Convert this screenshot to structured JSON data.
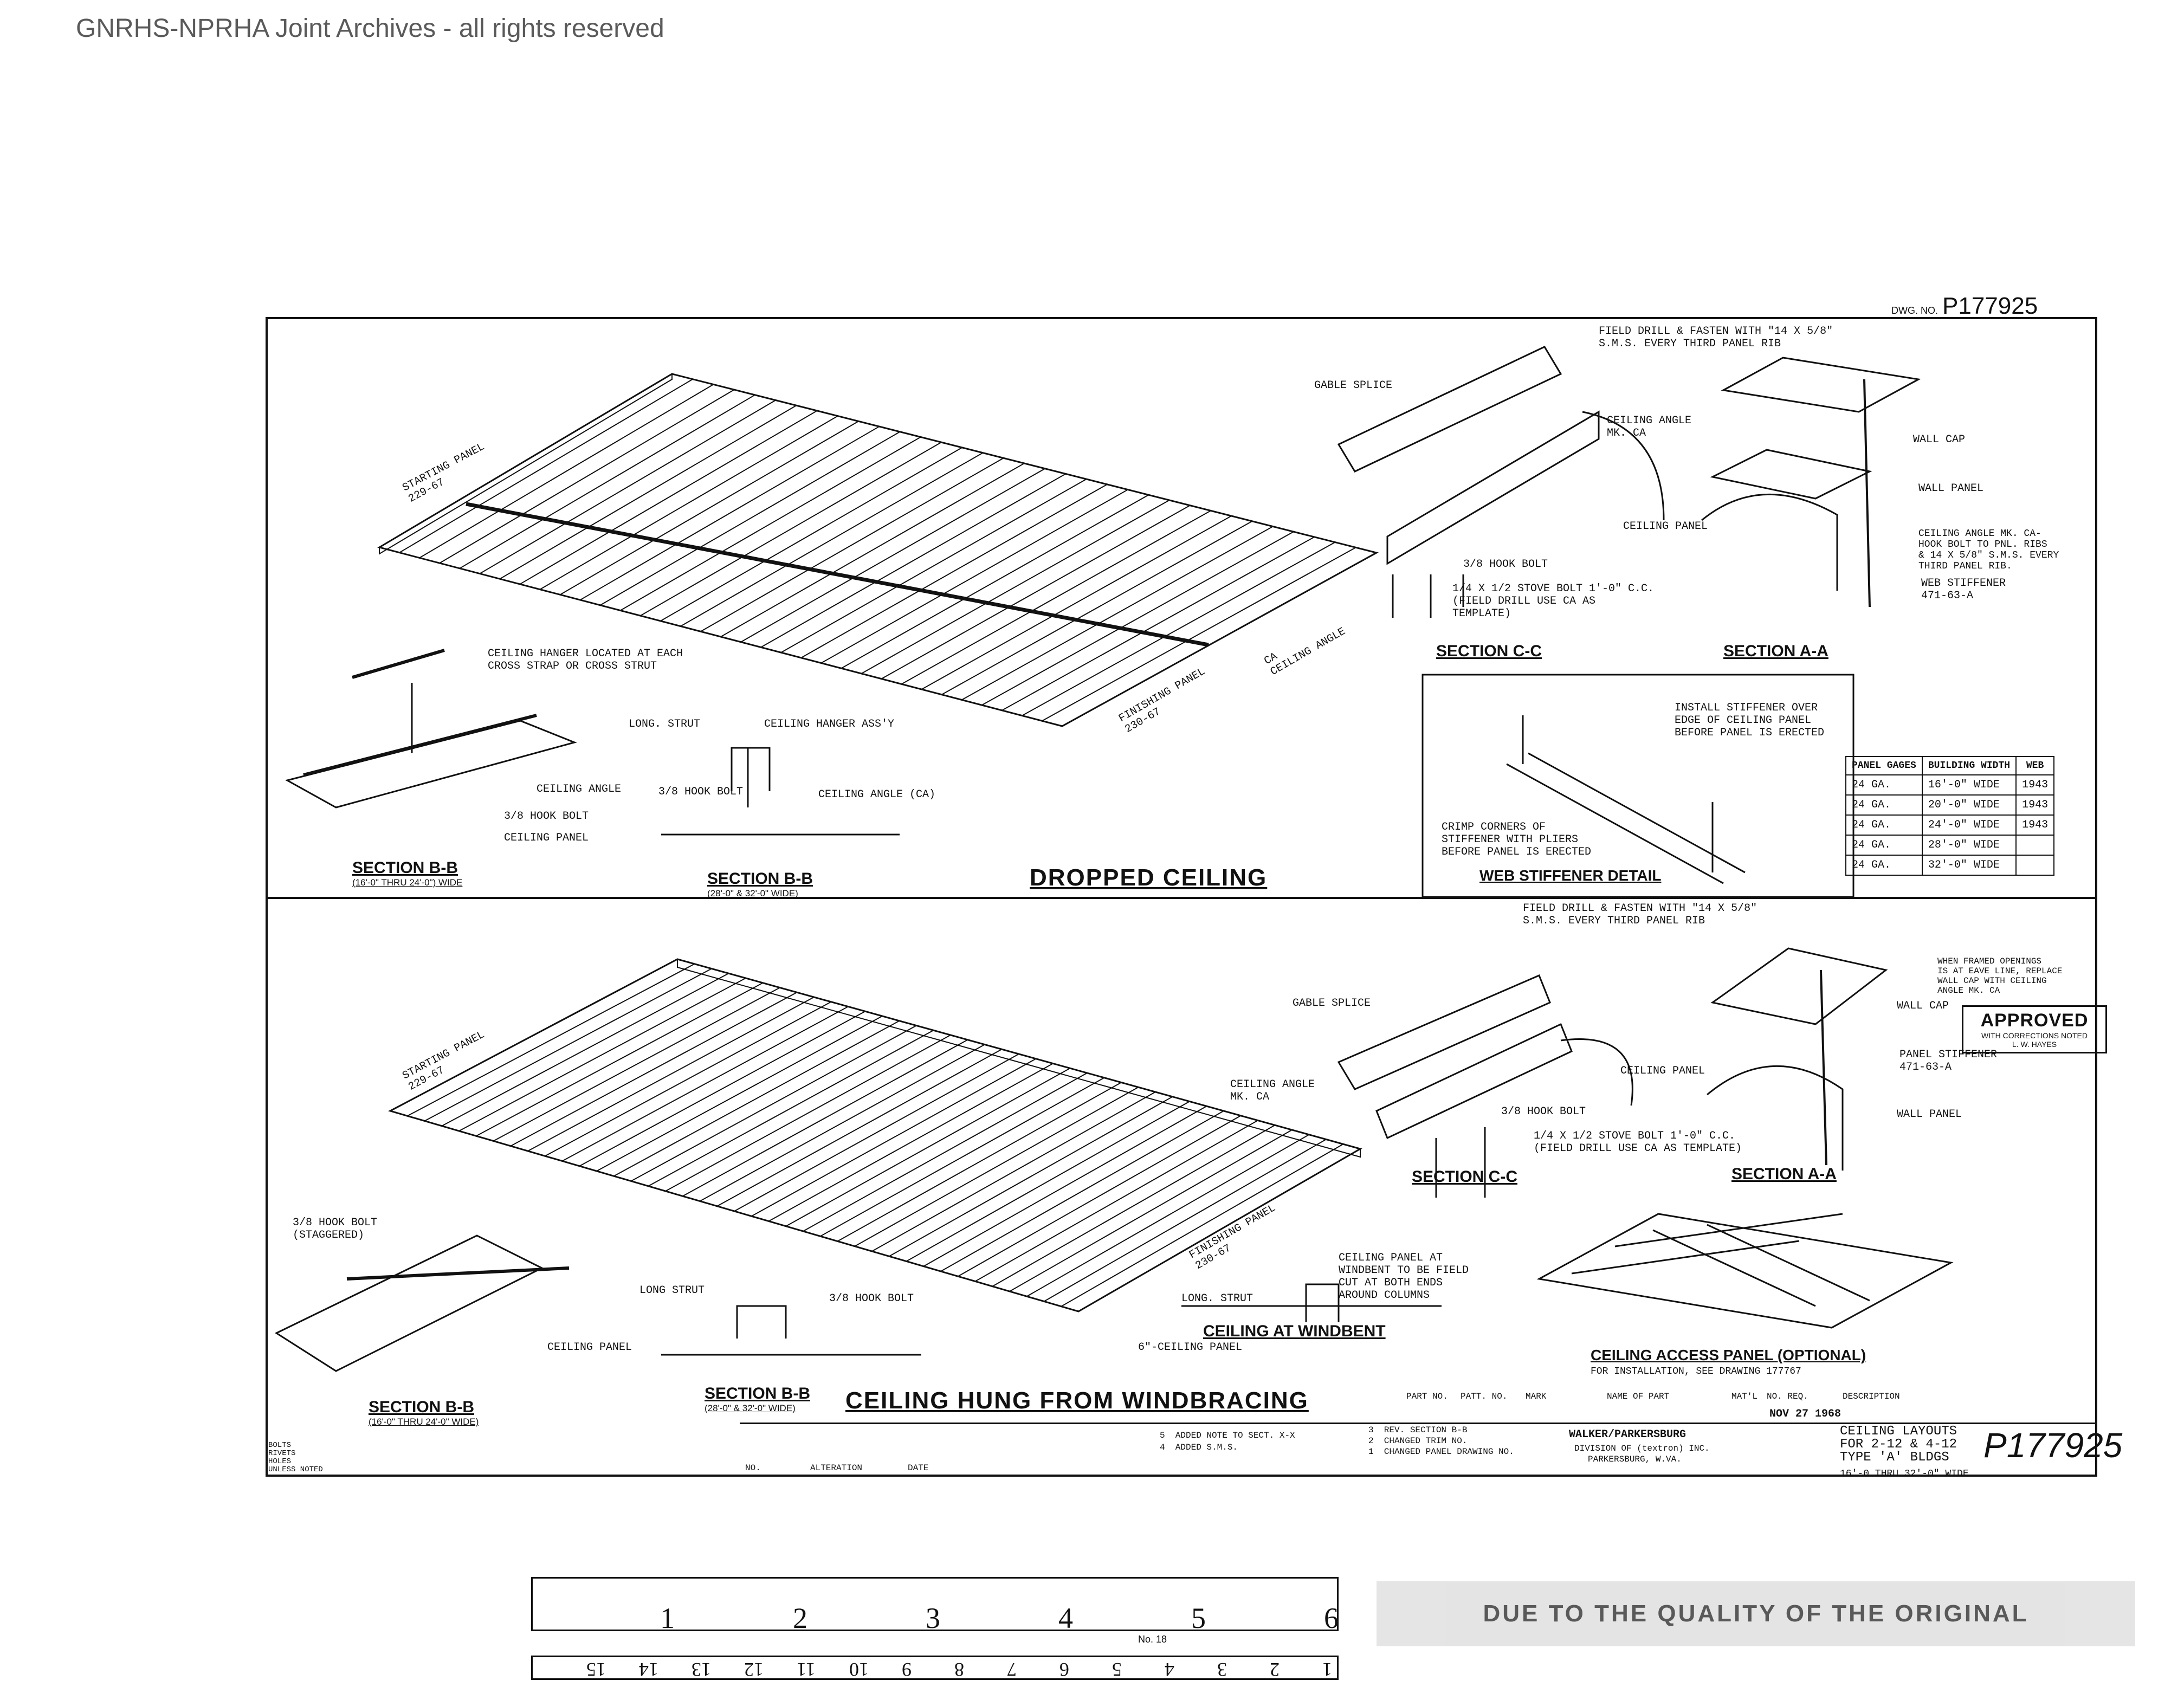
{
  "watermark": "GNRHS-NPRHA Joint Archives - all rights reserved",
  "dwg_no_label": "DWG. NO.",
  "dwg_no": "P177925",
  "top": {
    "title": "DROPPED CEILING",
    "labels": {
      "starting_panel": "STARTING PANEL\n229-67",
      "finishing_panel": "FINISHING PANEL\n230-67",
      "ca_angle": "CA\nCEILING ANGLE",
      "hanger_note": "CEILING HANGER LOCATED AT EACH\nCROSS STRAP OR CROSS STRUT",
      "long_strut": "LONG. STRUT",
      "hanger_assy": "CEILING HANGER ASS'Y",
      "ceiling_angle": "CEILING ANGLE",
      "hook_bolt": "3/8 HOOK BOLT",
      "ceiling_panel": "CEILING PANEL",
      "hook_bolt2": "3/8 HOOK BOLT",
      "ceiling_angle_ca": "CEILING ANGLE (CA)",
      "gable_splice": "GABLE SPLICE",
      "field_drill": "FIELD DRILL & FASTEN WITH \"14 X 5/8\"\nS.M.S. EVERY THIRD PANEL RIB",
      "ceiling_angle_mk": "CEILING ANGLE\nMK. CA",
      "ceiling_panel_cc": "CEILING PANEL",
      "hook_bolt_cc": "3/8 HOOK BOLT",
      "stove_bolt": "1/4 X 1/2 STOVE BOLT 1'-0\" C.C.\n(FIELD DRILL USE CA AS\nTEMPLATE)",
      "wall_cap": "WALL CAP",
      "wall_panel": "WALL PANEL",
      "ceiling_angle_aa": "CEILING ANGLE MK. CA-\nHOOK BOLT TO PNL. RIBS\n& 14 X 5/8\" S.M.S. EVERY\nTHIRD PANEL RIB.",
      "web_stiffener": "WEB STIFFENER\n471-63-A",
      "install_stiffener": "INSTALL STIFFENER OVER\nEDGE OF CEILING PANEL\nBEFORE PANEL IS ERECTED",
      "crimp": "CRIMP CORNERS OF\nSTIFFENER WITH PLIERS\nBEFORE PANEL IS ERECTED"
    },
    "sections": {
      "bb1": "SECTION B-B",
      "bb1_sub": "(16'-0\" THRU 24'-0\") WIDE",
      "bb2": "SECTION B-B",
      "bb2_sub": "(28'-0\" & 32'-0\" WIDE)",
      "cc": "SECTION C-C",
      "aa": "SECTION A-A",
      "web": "WEB STIFFENER DETAIL"
    },
    "gage_table": {
      "headers": [
        "PANEL GAGES",
        "BUILDING WIDTH",
        "WEB"
      ],
      "rows": [
        [
          "24 GA.",
          "16'-0\" WIDE",
          "1943"
        ],
        [
          "24 GA.",
          "20'-0\" WIDE",
          "1943"
        ],
        [
          "24 GA.",
          "24'-0\" WIDE",
          "1943"
        ],
        [
          "24 GA.",
          "28'-0\" WIDE",
          ""
        ],
        [
          "24 GA.",
          "32'-0\" WIDE",
          ""
        ]
      ]
    }
  },
  "bottom": {
    "title": "CEILING HUNG FROM WINDBRACING",
    "labels": {
      "starting_panel": "STARTING PANEL\n229-67",
      "finishing_panel": "FINISHING PANEL\n230-67",
      "hook_bolt_stag": "3/8 HOOK BOLT\n(STAGGERED)",
      "long_strut": "LONG STRUT",
      "hook_bolt": "3/8 HOOK BOLT",
      "ceiling_panel": "CEILING PANEL",
      "gable_splice": "GABLE SPLICE",
      "field_drill": "FIELD DRILL & FASTEN WITH \"14 X 5/8\"\nS.M.S. EVERY THIRD PANEL RIB",
      "ceiling_angle_mk": "CEILING ANGLE\nMK. CA",
      "ceiling_panel_cc": "CEILING PANEL",
      "hook_bolt_cc": "3/8 HOOK BOLT",
      "stove_bolt": "1/4 X 1/2 STOVE BOLT 1'-0\" C.C.\n(FIELD DRILL USE CA AS TEMPLATE)",
      "wall_cap": "WALL CAP",
      "panel_stiffener": "PANEL STIFFENER\n471-63-A",
      "wall_panel": "WALL PANEL",
      "when_framed": "WHEN FRAMED OPENINGS\nIS AT EAVE LINE, REPLACE\nWALL CAP WITH CEILING\nANGLE MK. CA",
      "windbent_note": "CEILING PANEL AT\nWINDBENT TO BE FIELD\nCUT AT BOTH ENDS\nAROUND COLUMNS",
      "long_strut2": "LONG. STRUT",
      "ceiling_panel6": "6\"-CEILING PANEL",
      "access_note": "FOR INSTALLATION, SEE DRAWING 177767"
    },
    "sections": {
      "bb1": "SECTION B-B",
      "bb1_sub": "(16'-0\" THRU 24'-0\" WIDE)",
      "bb2": "SECTION B-B",
      "bb2_sub": "(28'-0\" & 32'-0\" WIDE)",
      "cc": "SECTION C-C",
      "aa": "SECTION A-A",
      "windbent": "CEILING AT WINDBENT",
      "access": "CEILING ACCESS PANEL (OPTIONAL)"
    },
    "stamp": {
      "title": "APPROVED",
      "line1": "WITH CORRECTIONS NOTED",
      "line2": "L. W. HAYES"
    }
  },
  "title_block": {
    "part_headers": [
      "PART NO.",
      "PATT. NO.",
      "MARK",
      "NAME OF PART",
      "MAT'L",
      "NO. REQ.",
      "DESCRIPTION"
    ],
    "date": "NOV 27 1968",
    "company": "WALKER/PARKERSBURG",
    "division": "DIVISION OF (textron) INC.",
    "city": "PARKERSBURG, W.VA.",
    "title": "CEILING LAYOUTS\nFOR 2-12 & 4-12\nTYPE 'A' BLDGS",
    "subtitle": "16'-0 THRU 32'-0\" WIDE",
    "big_no": "P177925",
    "alt_header_no": "NO.",
    "alt_header_alt": "ALTERATION",
    "alt_header_date": "DATE",
    "alterations": [
      "3  REV. SECTION B-B",
      "2  CHANGED TRIM NO.",
      "1  CHANGED PANEL DRAWING NO.",
      "5  ADDED NOTE TO SECT. X-X",
      "4  ADDED S.M.S."
    ],
    "notes": "BOLTS\nRIVETS\nHOLES\nUNLESS NOTED"
  },
  "ruler": {
    "inches": [
      "1",
      "2",
      "3",
      "4",
      "5",
      "6"
    ],
    "cm": [
      "1",
      "2",
      "3",
      "4",
      "5",
      "6",
      "7",
      "8",
      "9",
      "10",
      "11",
      "12",
      "13",
      "14",
      "15"
    ],
    "maker": "No. 18"
  },
  "disclaimer": "DUE TO THE QUALITY OF THE ORIGINAL"
}
